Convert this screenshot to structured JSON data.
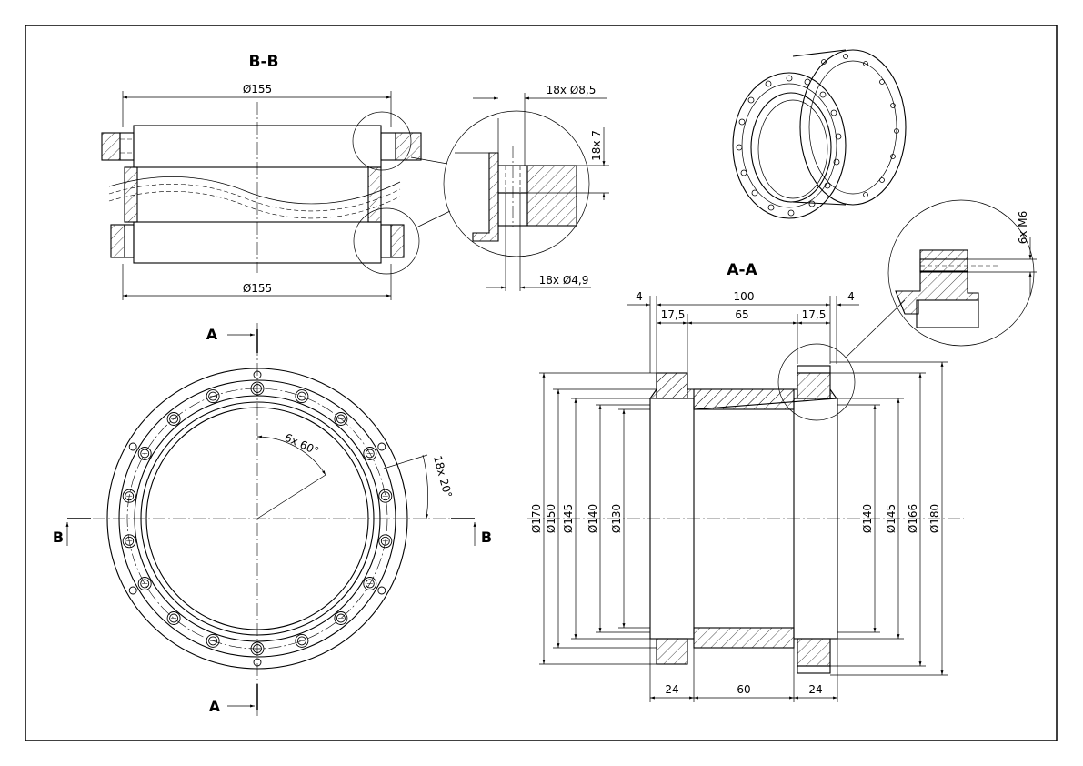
{
  "views": {
    "section_bb": {
      "title": "B-B"
    },
    "section_aa": {
      "title": "A-A"
    }
  },
  "cut_labels": {
    "a_top": "A",
    "a_bottom": "A",
    "b_left": "B",
    "b_right": "B"
  },
  "dimensions": {
    "bb_top_diameter": "Ø155",
    "bb_bottom_diameter": "Ø155",
    "detail_bb_holes_top": "18x Ø8,5",
    "detail_bb_depth": "18x 7",
    "detail_bb_holes_bottom": "18x Ø4,9",
    "detail_aa_thread": "6x M6",
    "front_angle_inner": "6x 60°",
    "front_angle_outer": "18x 20°",
    "aa_w_left": "4",
    "aa_total": "100",
    "aa_w_right": "4",
    "aa_flange_left": "17,5",
    "aa_middle": "65",
    "aa_flange_right": "17,5",
    "aa_d170": "Ø170",
    "aa_d150": "Ø150",
    "aa_d145_left": "Ø145",
    "aa_d140_left": "Ø140",
    "aa_d130": "Ø130",
    "aa_d140_right": "Ø140",
    "aa_d145_right": "Ø145",
    "aa_d166": "Ø166",
    "aa_d180": "Ø180",
    "aa_bottom_left": "24",
    "aa_bottom_mid": "60",
    "aa_bottom_right": "24"
  }
}
